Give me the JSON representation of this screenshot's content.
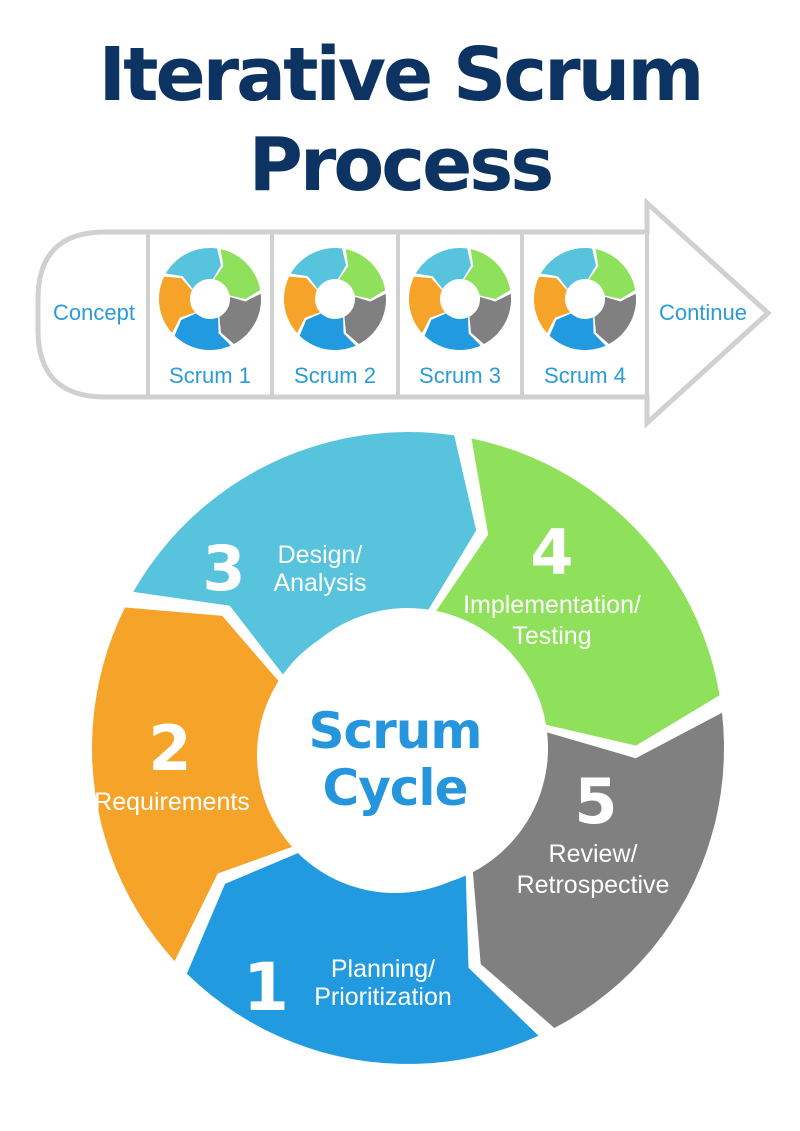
{
  "title": {
    "line1": "Iterative Scrum",
    "line2": "Process",
    "color": "#0d3363"
  },
  "timeline": {
    "start_label": "Concept",
    "end_label": "Continue",
    "label_color": "#2a9bd8",
    "border_color": "#d0d0d0",
    "sprints": [
      {
        "label": "Scrum 1",
        "icon": "mini-cycle-icon"
      },
      {
        "label": "Scrum 2",
        "icon": "mini-cycle-icon"
      },
      {
        "label": "Scrum 3",
        "icon": "mini-cycle-icon"
      },
      {
        "label": "Scrum 4",
        "icon": "mini-cycle-icon"
      }
    ]
  },
  "cycle": {
    "center": {
      "line1": "Scrum",
      "line2": "Cycle",
      "color": "#2596de"
    },
    "steps": [
      {
        "number": "1",
        "lines": [
          "Planning/",
          "Prioritization"
        ],
        "color": "#229ae0"
      },
      {
        "number": "2",
        "lines": [
          "Requirements"
        ],
        "color": "#f5a329"
      },
      {
        "number": "3",
        "lines": [
          "Design/",
          "Analysis"
        ],
        "color": "#58c3dc"
      },
      {
        "number": "4",
        "lines": [
          "Implementation/",
          "Testing"
        ],
        "color": "#8fe05a"
      },
      {
        "number": "5",
        "lines": [
          "Review/",
          "Retrospective"
        ],
        "color": "#808080"
      }
    ]
  }
}
